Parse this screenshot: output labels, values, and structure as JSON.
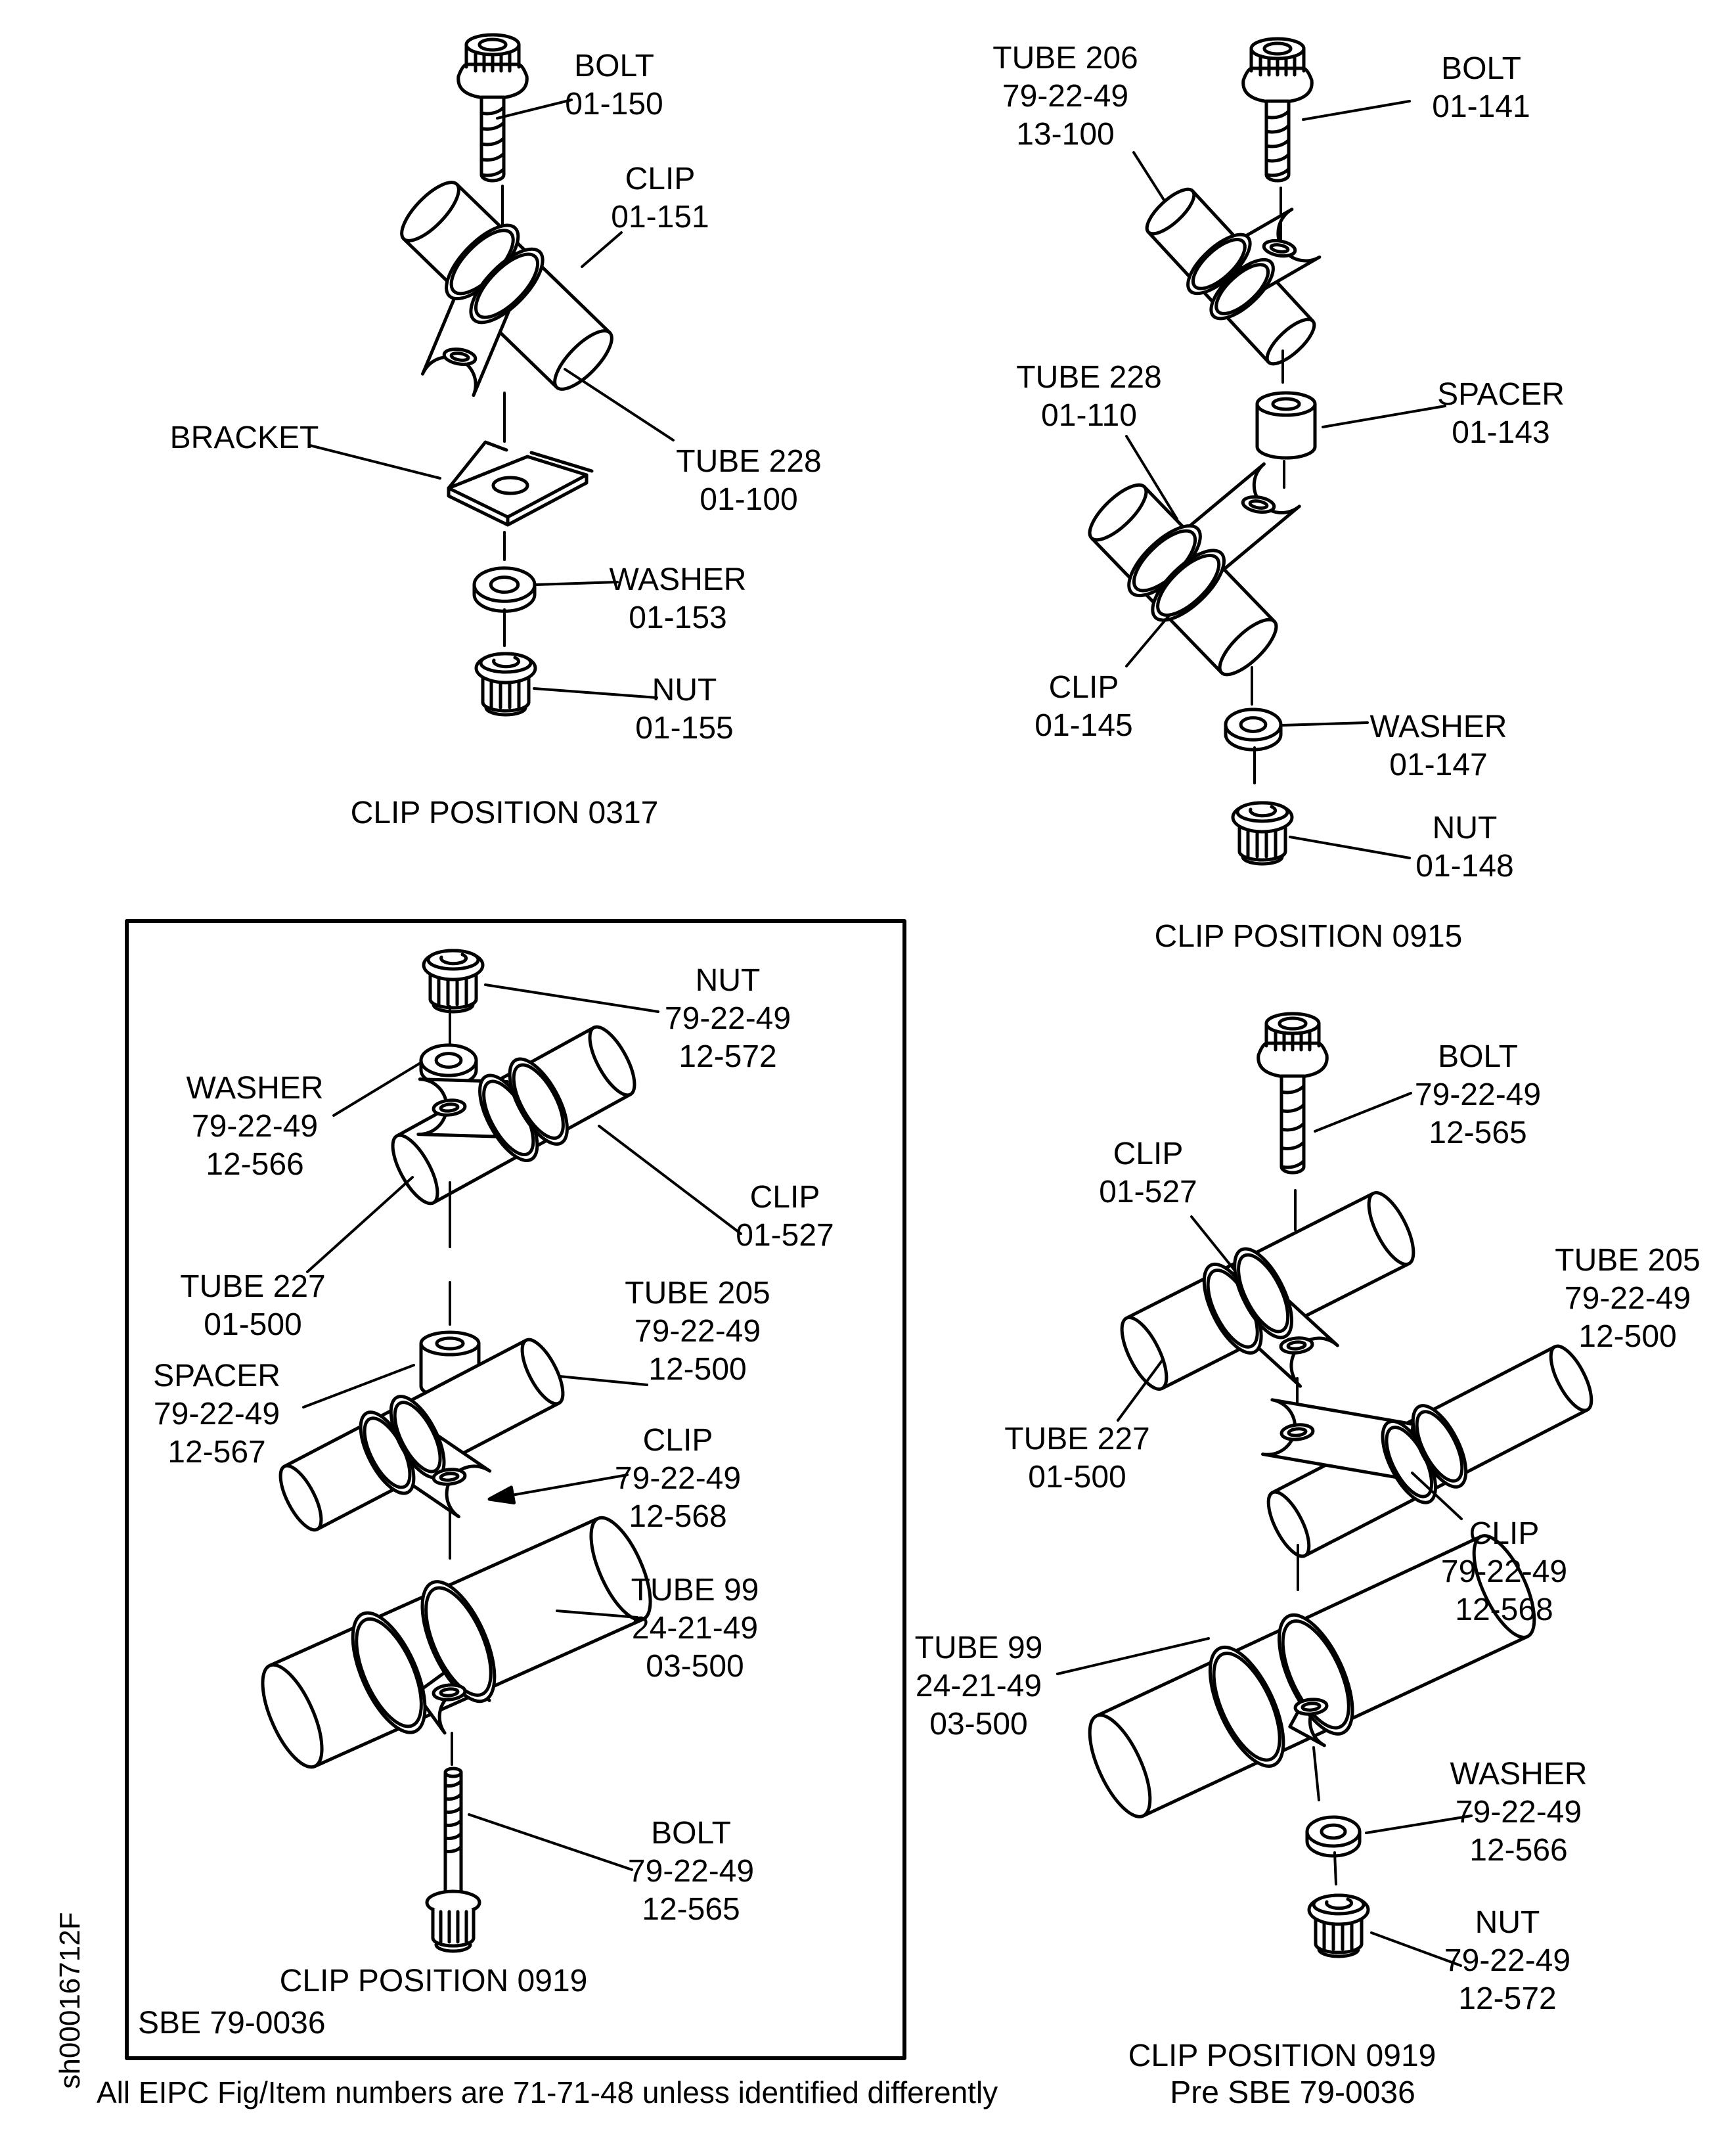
{
  "page": {
    "background": "#ffffff",
    "line_color": "#000000"
  },
  "sidebar_code": "sh00016712F",
  "footer_note": "All EIPC Fig/Item numbers are 71-71-48 unless identified differently",
  "diagrams": {
    "clip_position_0317": {
      "caption": "CLIP POSITION 0317",
      "labels": {
        "bolt": [
          "BOLT",
          "01-150"
        ],
        "clip": [
          "CLIP",
          "01-151"
        ],
        "bracket": [
          "BRACKET"
        ],
        "tube_228": [
          "TUBE 228",
          "01-100"
        ],
        "washer": [
          "WASHER",
          "01-153"
        ],
        "nut": [
          "NUT",
          "01-155"
        ]
      }
    },
    "clip_position_0915": {
      "caption": "CLIP POSITION 0915",
      "labels": {
        "tube_206": [
          "TUBE 206",
          "79-22-49",
          "13-100"
        ],
        "bolt": [
          "BOLT",
          "01-141"
        ],
        "tube_228": [
          "TUBE 228",
          "01-110"
        ],
        "spacer": [
          "SPACER",
          "01-143"
        ],
        "clip": [
          "CLIP",
          "01-145"
        ],
        "washer": [
          "WASHER",
          "01-147"
        ],
        "nut": [
          "NUT",
          "01-148"
        ]
      }
    },
    "clip_position_0919_sbe": {
      "caption": "CLIP POSITION 0919",
      "subcaption": "SBE 79-0036",
      "labels": {
        "nut": [
          "NUT",
          "79-22-49",
          "12-572"
        ],
        "washer": [
          "WASHER",
          "79-22-49",
          "12-566"
        ],
        "clip_01_527": [
          "CLIP",
          "01-527"
        ],
        "tube_227": [
          "TUBE 227",
          "01-500"
        ],
        "tube_205": [
          "TUBE 205",
          "79-22-49",
          "12-500"
        ],
        "spacer": [
          "SPACER",
          "79-22-49",
          "12-567"
        ],
        "clip_12_568": [
          "CLIP",
          "79-22-49",
          "12-568"
        ],
        "tube_99": [
          "TUBE 99",
          "24-21-49",
          "03-500"
        ],
        "bolt": [
          "BOLT",
          "79-22-49",
          "12-565"
        ]
      }
    },
    "clip_position_0919_pre": {
      "caption": "CLIP POSITION 0919",
      "subcaption": "Pre SBE 79-0036",
      "labels": {
        "bolt": [
          "BOLT",
          "79-22-49",
          "12-565"
        ],
        "clip_01_527": [
          "CLIP",
          "01-527"
        ],
        "tube_205": [
          "TUBE 205",
          "79-22-49",
          "12-500"
        ],
        "tube_227": [
          "TUBE 227",
          "01-500"
        ],
        "clip_12_568": [
          "CLIP",
          "79-22-49",
          "12-568"
        ],
        "tube_99": [
          "TUBE 99",
          "24-21-49",
          "03-500"
        ],
        "washer": [
          "WASHER",
          "79-22-49",
          "12-566"
        ],
        "nut": [
          "NUT",
          "79-22-49",
          "12-572"
        ]
      }
    }
  }
}
